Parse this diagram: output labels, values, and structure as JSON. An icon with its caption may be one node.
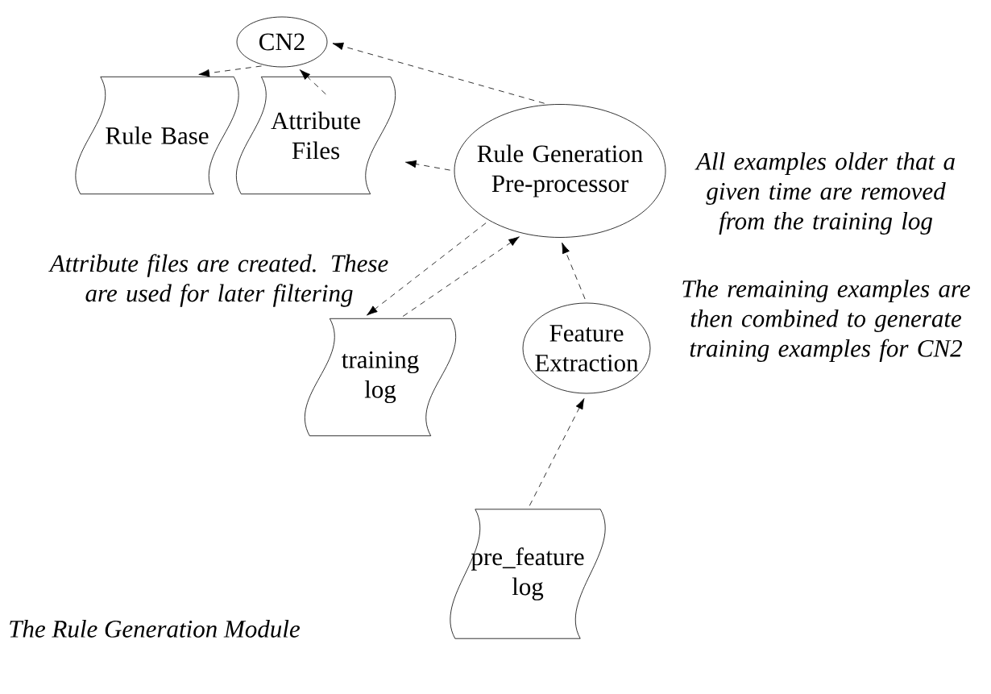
{
  "diagram": {
    "caption": "*The Rule Generation Module*",
    "nodes": [
      {
        "text": [
          "CN2"
        ]
      },
      {
        "text": [
          "Rule Base"
        ]
      },
      {
        "text": [
          "Attribute Files"
        ]
      },
      {
        "text": [
          "Rule Generation Pre-processor"
        ]
      },
      {
        "text": [
          "training log"
        ]
      },
      {
        "text": [
          "Feature Extraction"
        ]
      },
      {
        "text": [
          "pre_feature log"
        ]
      }
    ],
    "edges": [
      {
        "from": 0,
        "to": 1,
        "arrow": "to",
        "style": "dashed"
      },
      {
        "from": 2,
        "to": 0,
        "arrow": "to",
        "style": "dashed"
      },
      {
        "from": 3,
        "to": 0,
        "arrow": "to",
        "style": "dashed"
      },
      {
        "from": 3,
        "to": 2,
        "arrow": "to",
        "style": "dashed"
      },
      {
        "from": 3,
        "to": 4,
        "arrow": "to",
        "style": "dashed"
      },
      {
        "from": 4,
        "to": 3,
        "arrow": "to",
        "style": "dashed"
      },
      {
        "from": 5,
        "to": 3,
        "arrow": "to",
        "style": "dashed"
      },
      {
        "from": 6,
        "to": 5,
        "arrow": "to",
        "style": "dashed"
      }
    ],
    "labels": [
      "*Attribute files are created. These are used for later filtering*",
      "*All examples older that a given time are removed from the training log*",
      "*The remaining examples are then combined to generate training examples for CN2*"
    ]
  }
}
